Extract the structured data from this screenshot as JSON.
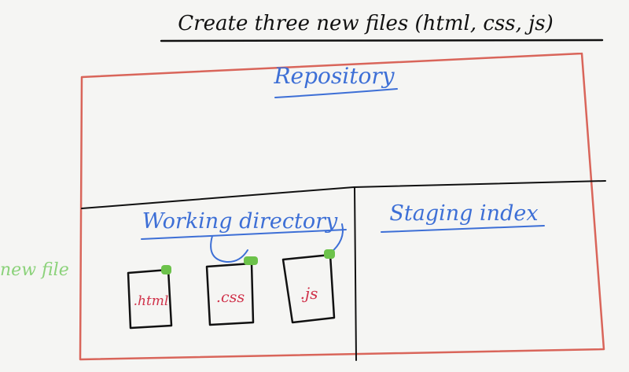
{
  "title": "Create three new files (html, css, js)",
  "sections": {
    "repository": "Repository",
    "working_directory": "Working directory",
    "staging_index": "Staging index"
  },
  "side_note": "new file",
  "files": [
    {
      "label": ".html"
    },
    {
      "label": ".css"
    },
    {
      "label": ".js"
    }
  ],
  "colors": {
    "ink_black": "#111111",
    "frame_red": "#d9655a",
    "label_blue": "#3d6fd6",
    "file_red": "#d0324a",
    "marker_green": "#6cc24a",
    "note_green": "#8bd27a",
    "background": "#f5f5f3"
  }
}
